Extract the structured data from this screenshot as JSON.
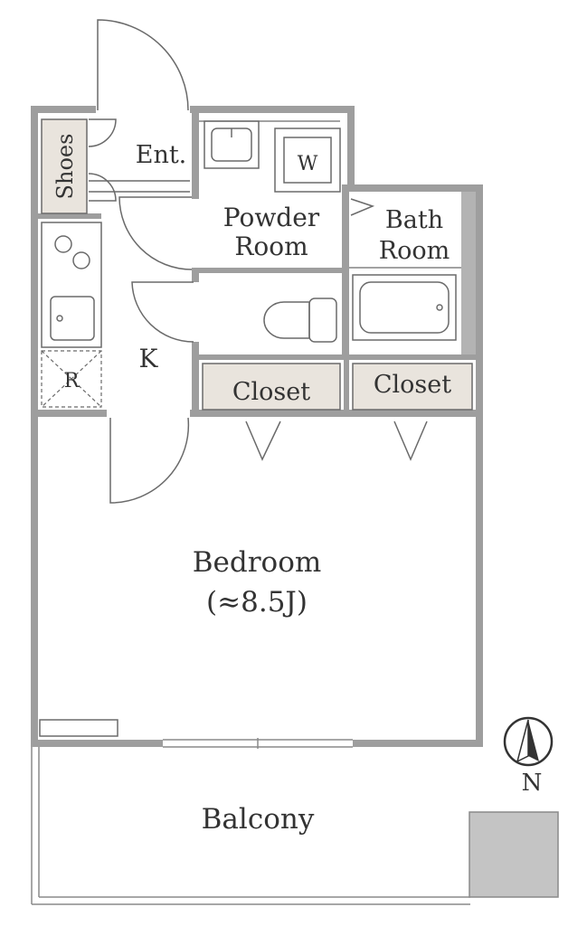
{
  "rooms": {
    "shoes": "Shoes",
    "entrance": "Ent.",
    "washer": "W",
    "powder_room_line1": "Powder",
    "powder_room_line2": "Room",
    "bath_room_line1": "Bath",
    "bath_room_line2": "Room",
    "kitchen": "K",
    "refrigerator": "R",
    "closet_left": "Closet",
    "closet_right": "Closet",
    "bedroom": "Bedroom",
    "bedroom_size": "(≈8.5J)",
    "balcony": "Balcony"
  },
  "compass": {
    "label": "N"
  },
  "colors": {
    "wall": "#9e9e9e",
    "line": "#6a6a6a",
    "storage_fill": "#e9e4dd",
    "column_fill": "#c4c4c4",
    "text": "#333333"
  }
}
